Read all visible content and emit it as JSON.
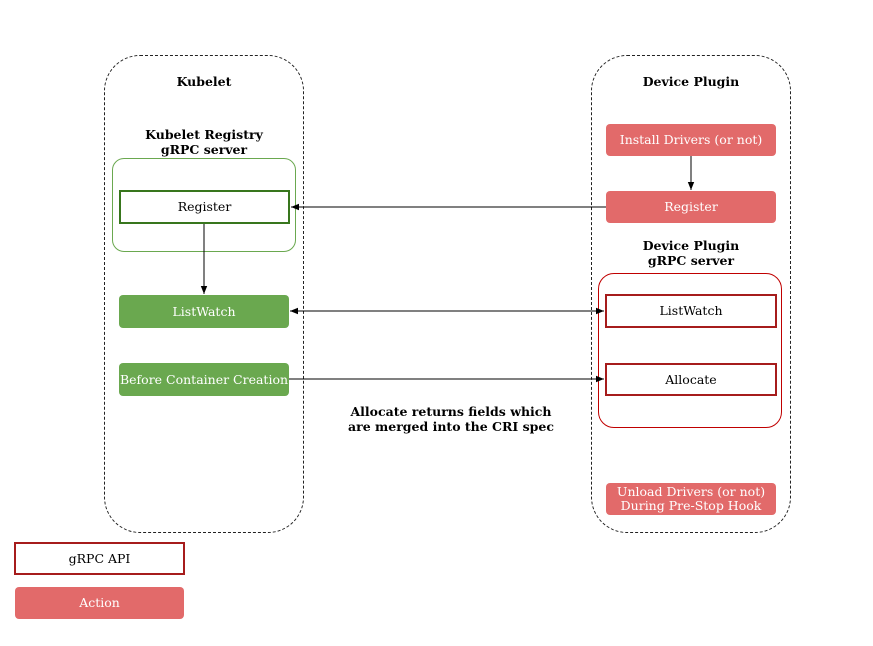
{
  "kubelet": {
    "title": "Kubelet",
    "registry_title": "Kubelet Registry\ngRPC server",
    "register": "Register",
    "listwatch": "ListWatch",
    "before_container": "Before Container Creation"
  },
  "device_plugin": {
    "title": "Device Plugin",
    "install_drivers": "Install Drivers (or not)",
    "register": "Register",
    "server_title": "Device Plugin\ngRPC server",
    "listwatch": "ListWatch",
    "allocate": "Allocate",
    "unload_drivers": "Unload Drivers (or not)\nDuring Pre-Stop Hook"
  },
  "note": "Allocate returns fields which\nare merged into the CRI spec",
  "legend": {
    "grpc_api": "gRPC API",
    "action": "Action"
  },
  "colors": {
    "action": "#e26a6a",
    "kubelet_action": "#6aa84f",
    "grpc_border_red": "#a61c1c",
    "grpc_border_green": "#38761d"
  }
}
